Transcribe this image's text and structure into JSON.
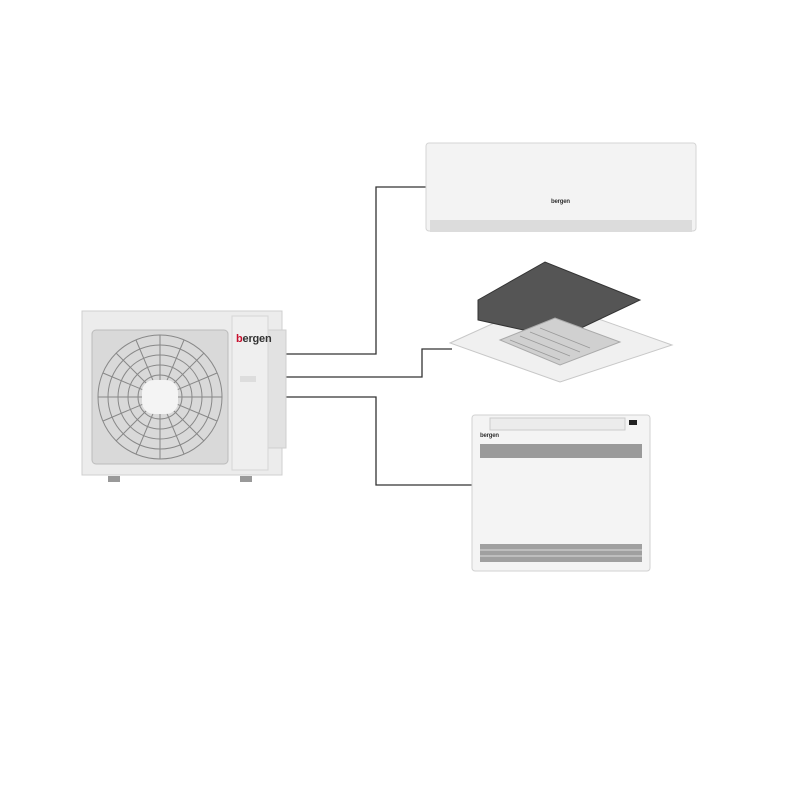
{
  "diagram": {
    "outdoor_unit": {
      "brand": "bergen",
      "brand_first_letter": "b",
      "brand_rest": "ergen"
    },
    "indoor_units": [
      {
        "type": "wall-mounted",
        "brand": "bergen"
      },
      {
        "type": "cassette"
      },
      {
        "type": "floor-console",
        "brand": "bergen"
      }
    ],
    "colors": {
      "accent": "#c8102e",
      "pipe": "#333333",
      "unit": "#f2f2f2"
    }
  }
}
